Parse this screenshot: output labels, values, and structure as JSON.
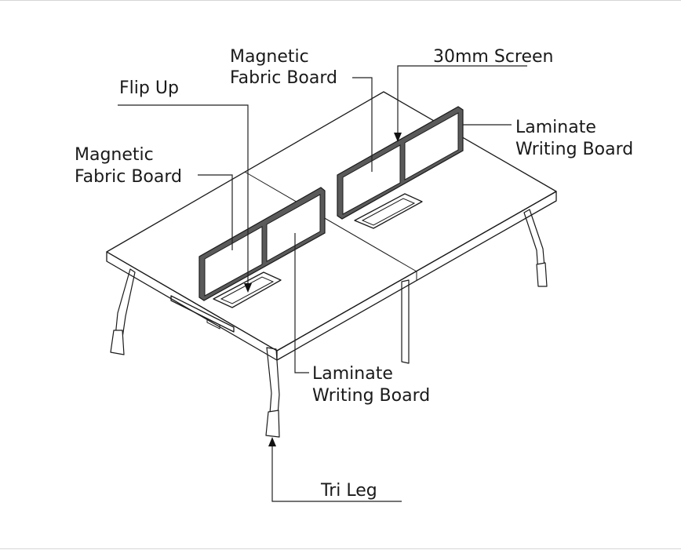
{
  "labels": {
    "magnetic_fabric_board_top": [
      "Magnetic",
      "Fabric Board"
    ],
    "screen_30mm": "30mm Screen",
    "flip_up": "Flip Up",
    "laminate_writing_board_right": [
      "Laminate",
      "Writing Board"
    ],
    "magnetic_fabric_board_left": [
      "Magnetic",
      "Fabric Board"
    ],
    "laminate_writing_board_bottom": [
      "Laminate",
      "Writing Board"
    ],
    "tri_leg": "Tri Leg"
  }
}
